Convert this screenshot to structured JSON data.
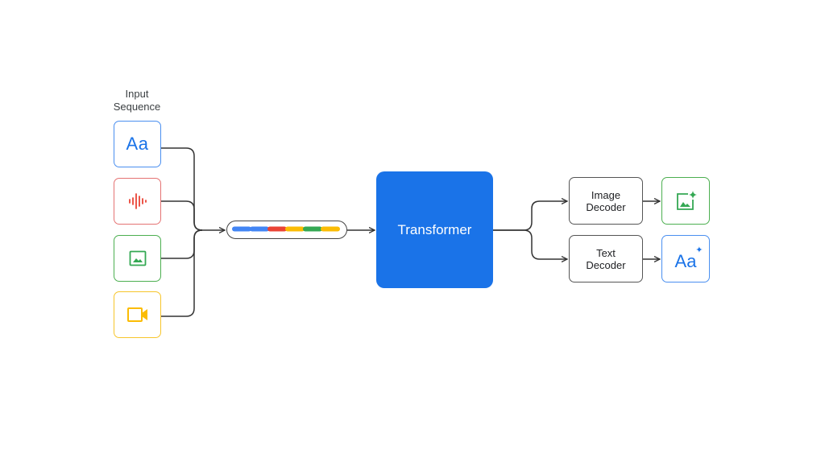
{
  "input_sequence": {
    "title_line1": "Input",
    "title_line2": "Sequence",
    "modalities": [
      {
        "kind": "text",
        "glyph": "Aa",
        "icon": "text-aa-icon",
        "color": "#4a8ff0"
      },
      {
        "kind": "audio",
        "icon": "audio-waveform-icon",
        "color": "#e57373"
      },
      {
        "kind": "image",
        "icon": "image-icon",
        "color": "#4caf50"
      },
      {
        "kind": "video",
        "icon": "video-camera-icon",
        "color": "#f7c52b"
      }
    ]
  },
  "token_sequence": {
    "token_colors": [
      "#4285f4",
      "#4285f4",
      "#ea4335",
      "#fbbc04",
      "#34a853",
      "#fbbc04"
    ]
  },
  "transformer": {
    "label": "Transformer",
    "color": "#1a73e8"
  },
  "decoders": [
    {
      "line1": "Image",
      "line2": "Decoder"
    },
    {
      "line1": "Text",
      "line2": "Decoder"
    }
  ],
  "outputs": [
    {
      "kind": "image",
      "icon": "image-sparkle-icon",
      "color": "#34a853"
    },
    {
      "kind": "text",
      "glyph": "Aa",
      "icon": "text-aa-sparkle-icon",
      "color": "#1a73e8"
    }
  ],
  "connector_color": "#333333"
}
